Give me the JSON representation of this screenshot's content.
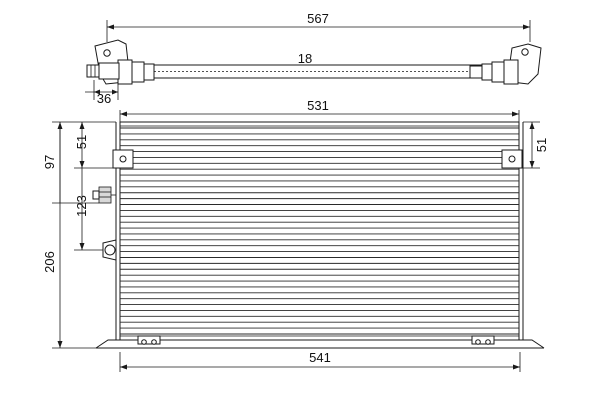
{
  "dimensions": {
    "overall_width": "567",
    "tube_diameter": "18",
    "bracket_offset": "36",
    "core_width": "531",
    "core_height": "206",
    "upper_left": "97",
    "top_to_mount_left": "51",
    "top_to_mount_right": "51",
    "port_spacing": "123",
    "bottom_width": "541"
  },
  "core": {
    "fin_count": 36
  },
  "colors": {
    "line": "#1a1a1a",
    "background": "#ffffff"
  }
}
